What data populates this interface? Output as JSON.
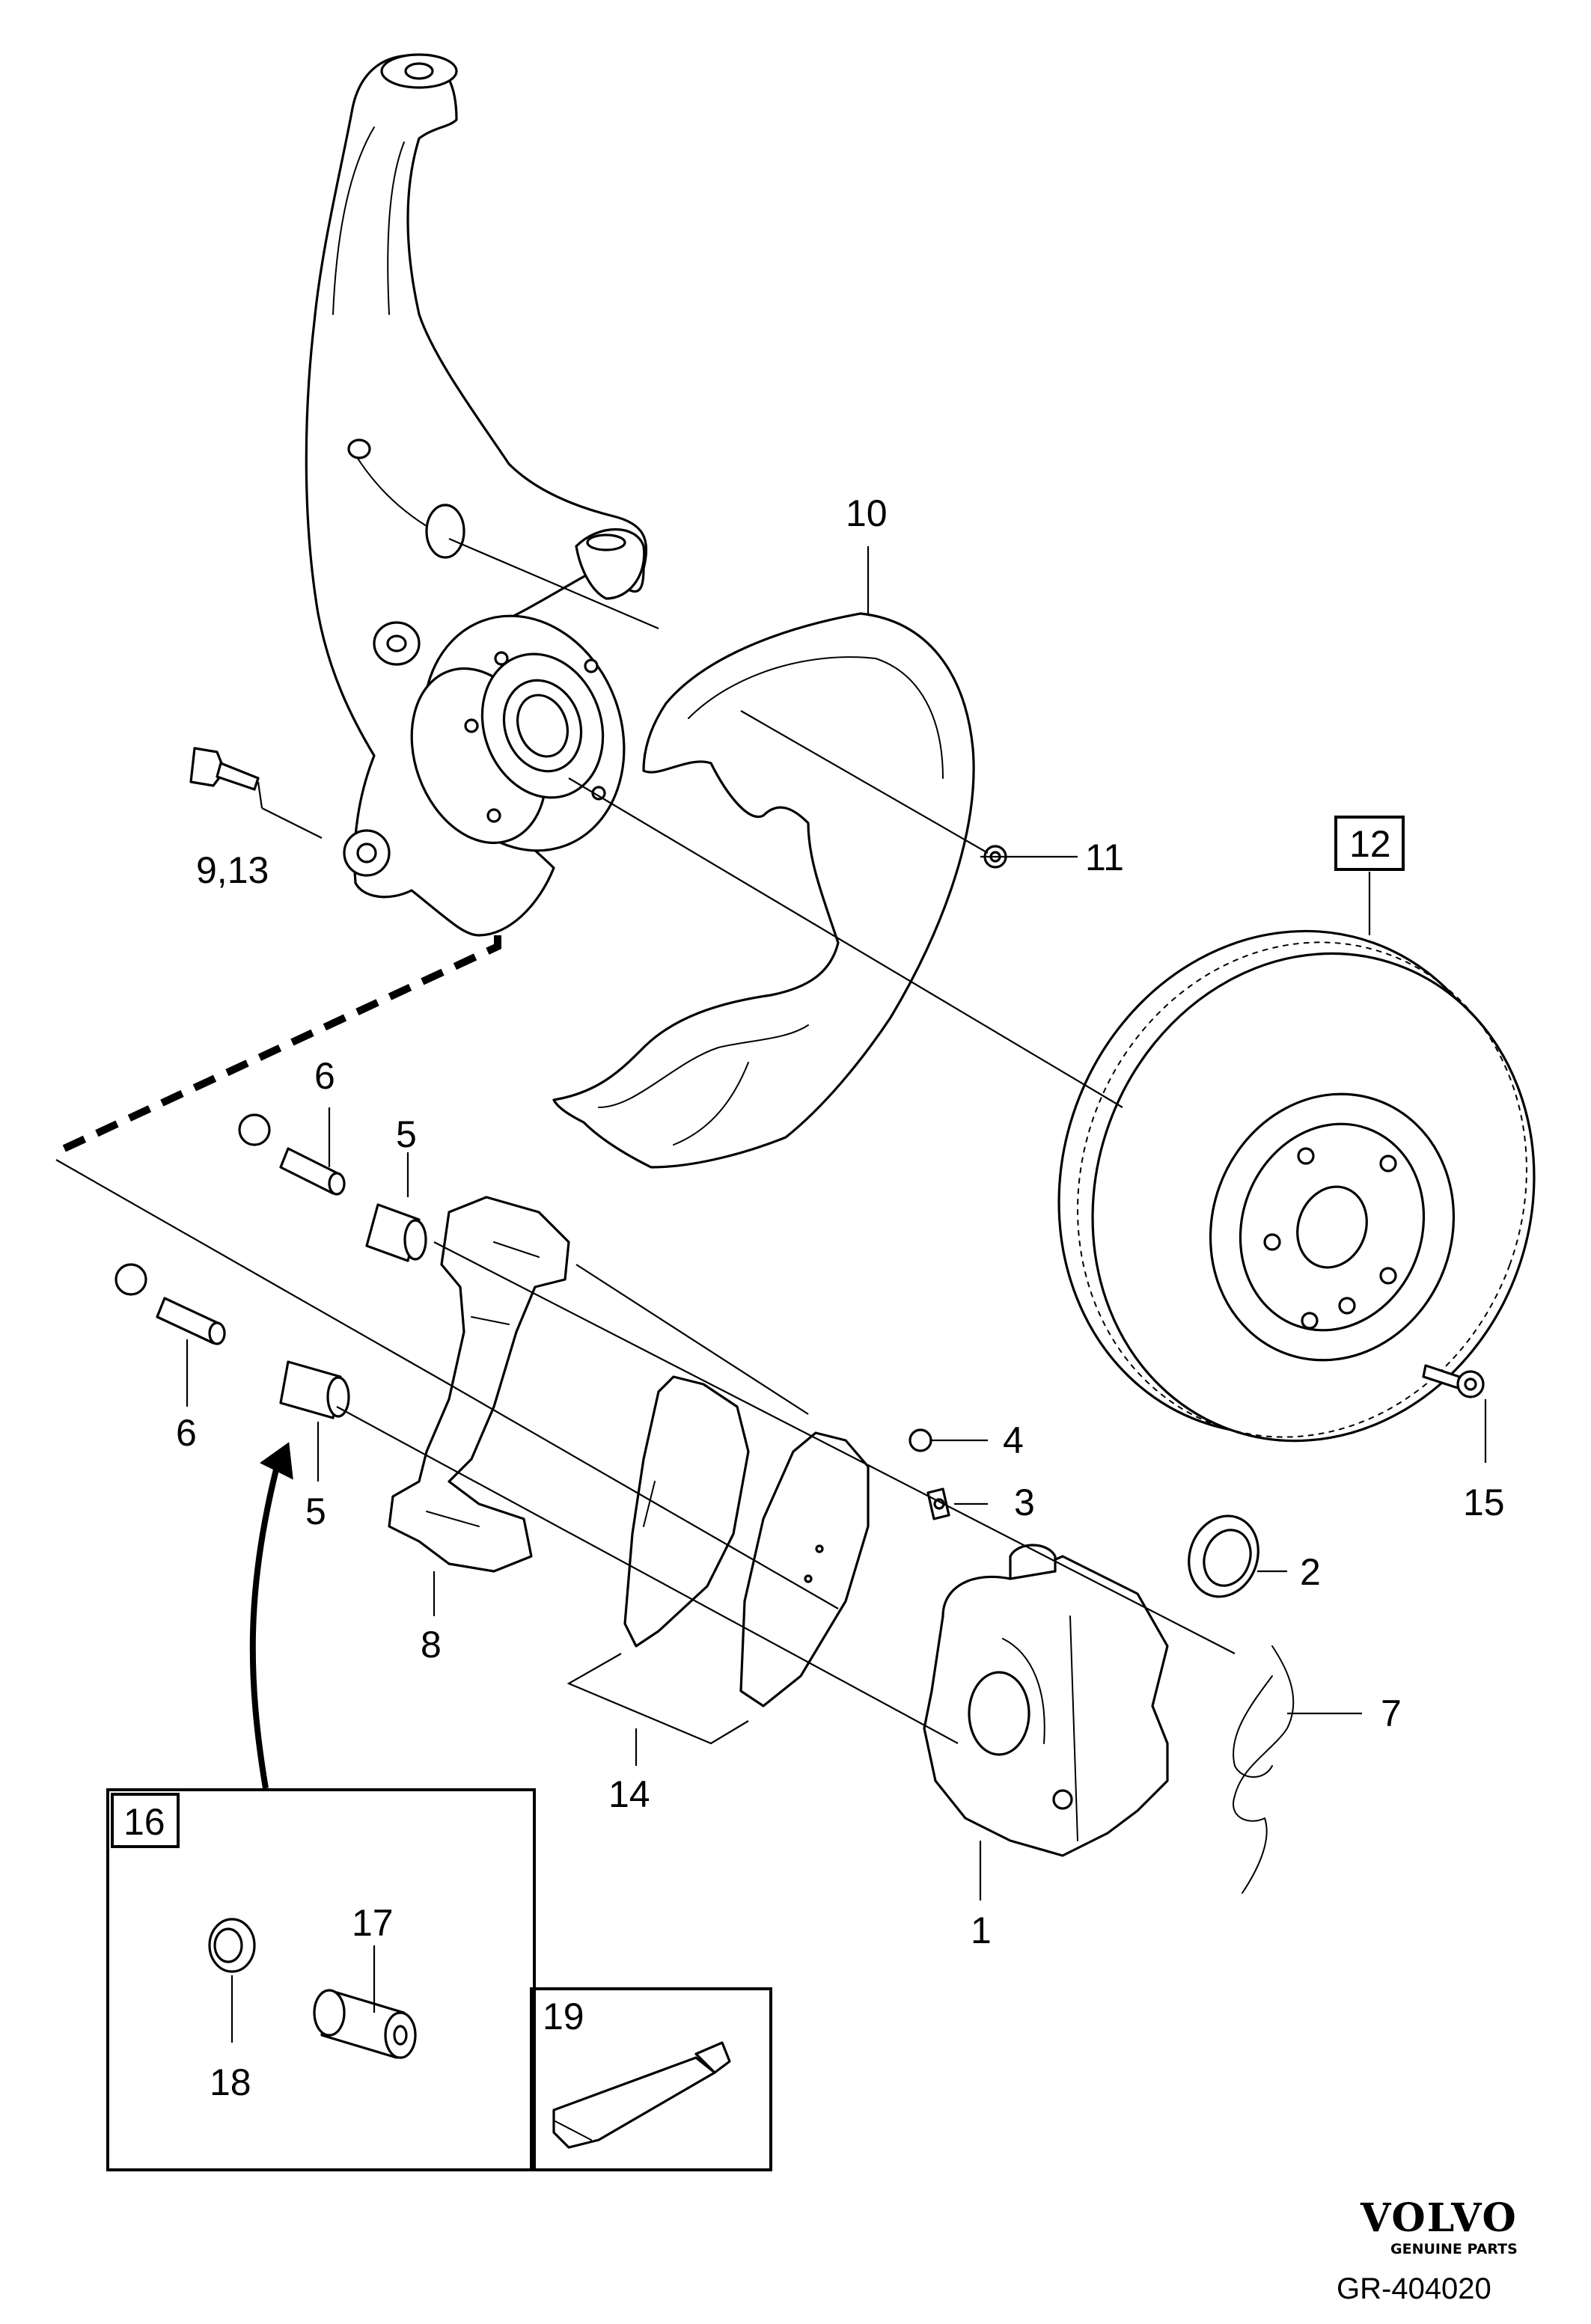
{
  "callouts": {
    "c1": "1",
    "c2": "2",
    "c3": "3",
    "c4": "4",
    "c5_top": "5",
    "c5_bottom": "5",
    "c6_top": "6",
    "c6_bottom": "6",
    "c7": "7",
    "c8": "8",
    "c9_13": "9,13",
    "c10": "10",
    "c11": "11",
    "c12": "12",
    "c14": "14",
    "c15": "15",
    "c16": "16",
    "c17": "17",
    "c18": "18",
    "c19": "19"
  },
  "brand": {
    "name": "VOLVO",
    "tagline": "GENUINE PARTS"
  },
  "document_id": "GR-404020"
}
